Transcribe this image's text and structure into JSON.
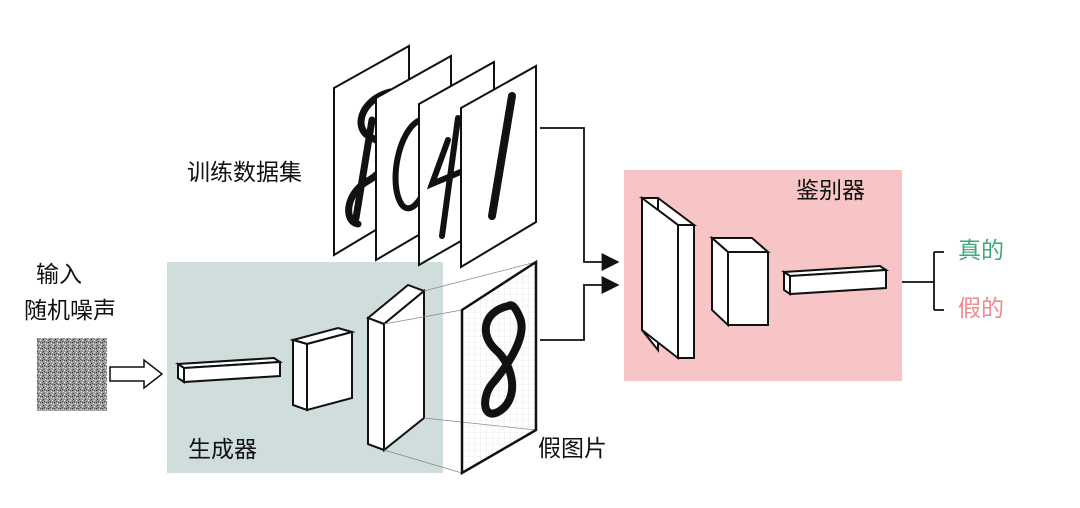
{
  "labels": {
    "training_set": "训练数据集",
    "input_line1": "输入",
    "input_line2": "随机噪声",
    "generator": "生成器",
    "fake_image": "假图片",
    "discriminator": "鉴别器",
    "real": "真的",
    "fake": "假的"
  },
  "colors": {
    "generator_bg": "#cfdddd",
    "discriminator_bg": "#f7c5c5",
    "real_text": "#3daa7a",
    "fake_text": "#f08a8a",
    "stroke": "#111111"
  },
  "digits": {
    "training_samples": [
      "8",
      "0",
      "4",
      "1"
    ],
    "fake_sample": "8"
  }
}
